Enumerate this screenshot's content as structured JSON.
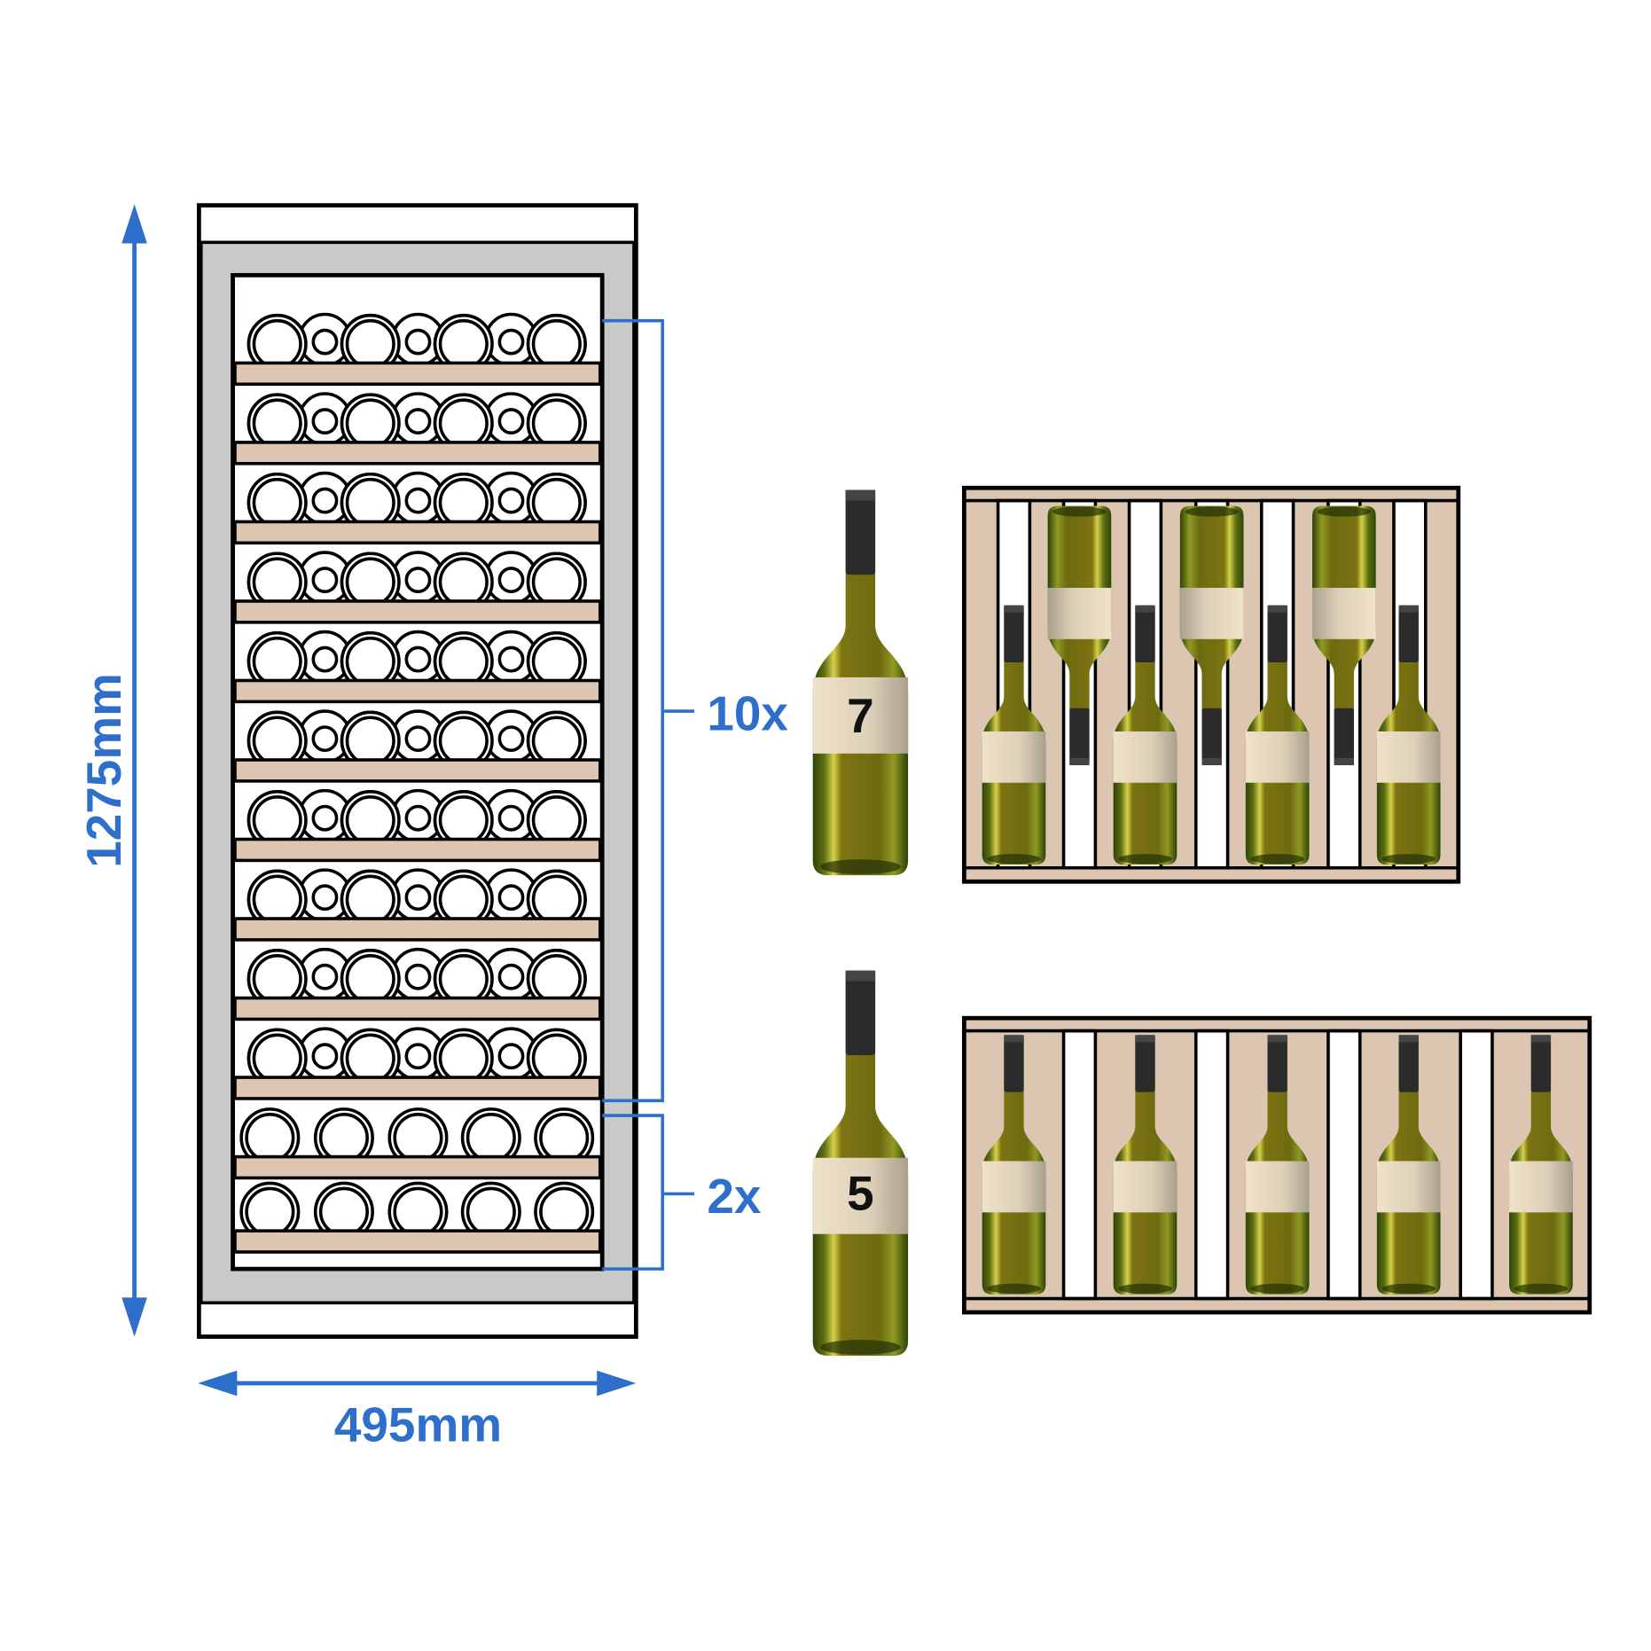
{
  "dimensions": {
    "height_label": "1275mm",
    "width_label": "495mm"
  },
  "groups": [
    {
      "count_label": "10x",
      "bottles_per_shelf": "7",
      "shelves": 10
    },
    {
      "count_label": "2x",
      "bottles_per_shelf": "5",
      "shelves": 2
    }
  ],
  "colors": {
    "accent": "#2f6fcc",
    "frame": "#c8c8c8",
    "shelf": "#dcc6b1",
    "label": "#ddd0b8",
    "glass": "#6e7418"
  }
}
